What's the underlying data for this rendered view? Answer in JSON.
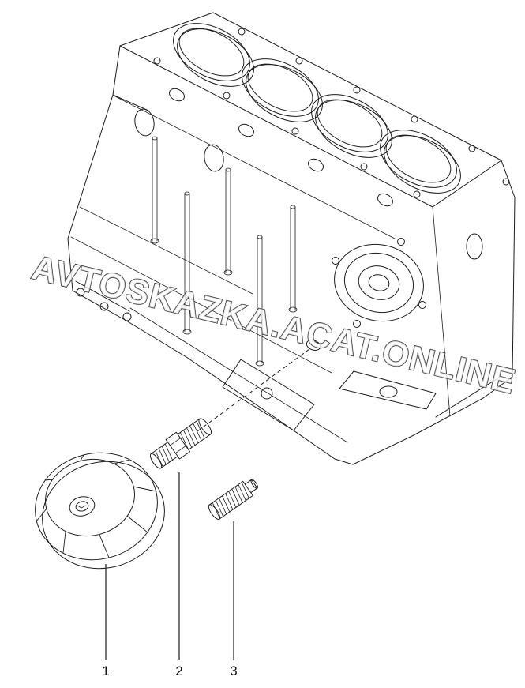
{
  "watermark": {
    "text": "AVTOSKAZKA.ACAT.ONLINE"
  },
  "diagram": {
    "type": "exploded-parts-view",
    "subject": "Engine cylinder block with oil filter, union fitting and threaded plug",
    "line_color": "#1d1d1d",
    "background": "#ffffff",
    "callouts": [
      {
        "label": "1",
        "part": "oil-filter"
      },
      {
        "label": "2",
        "part": "union-fitting"
      },
      {
        "label": "3",
        "part": "threaded-plug"
      }
    ]
  }
}
